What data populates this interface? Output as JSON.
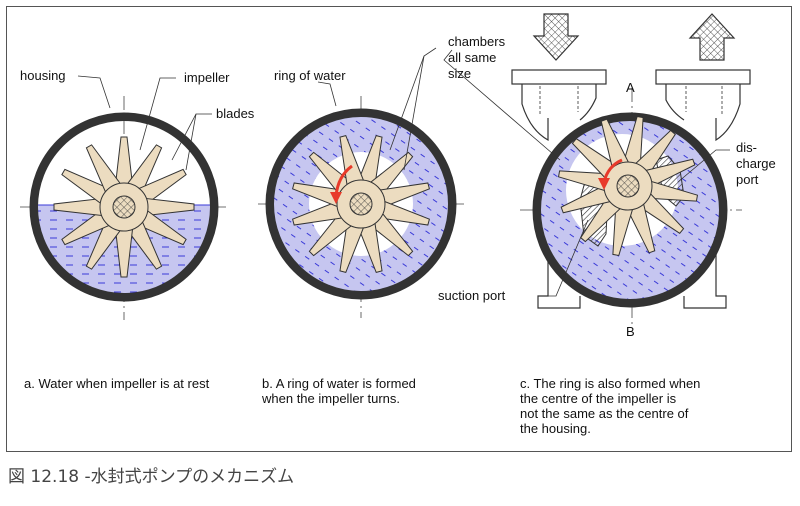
{
  "labels": {
    "housing": "housing",
    "impeller": "impeller",
    "blades": "blades",
    "ring_of_water": "ring of water",
    "chambers_line1": "chambers",
    "chambers_line2": "all same",
    "chambers_line3": "size",
    "point_a": "A",
    "point_b": "B",
    "discharge_line1": "dis-",
    "discharge_line2": "charge",
    "discharge_line3": "port",
    "suction_port": "suction port"
  },
  "captions": {
    "a": "a. Water when impeller is at rest",
    "b": "b. A ring of water is formed\n    when the impeller turns.",
    "c": "c. The ring is also formed when\n    the centre of the impeller is\n    not the same as the centre of\n    the housing."
  },
  "footer": "図 12.18 -水封式ポンプのメカニズム",
  "colors": {
    "water": "#c6c6f0",
    "water_dash": "#3a3ad8",
    "impeller": "#ecdcc0",
    "outline": "#333333",
    "arrow": "#e83a2a"
  }
}
